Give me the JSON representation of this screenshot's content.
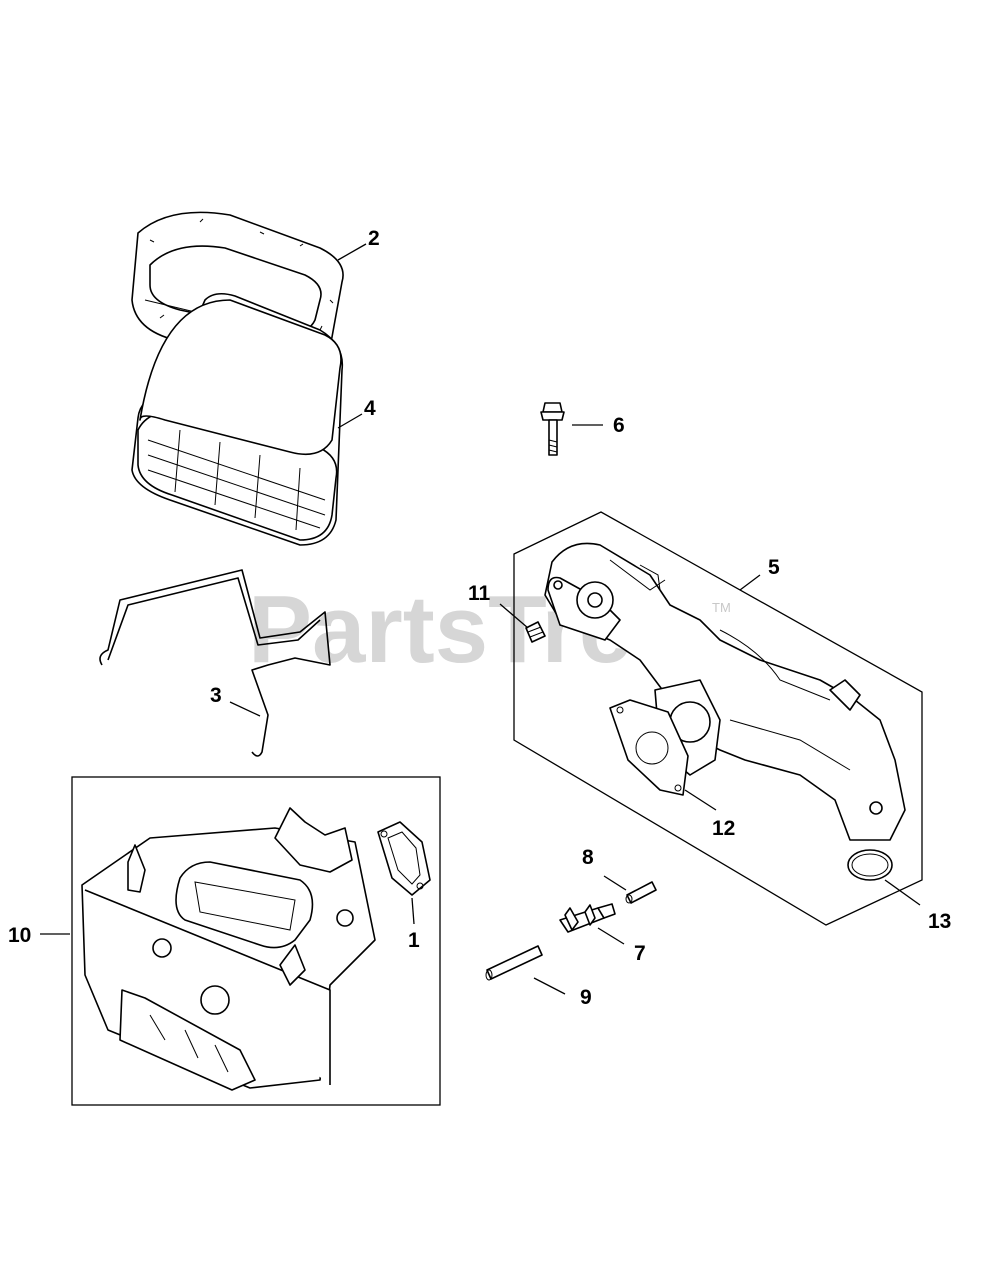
{
  "watermark": {
    "text": "PartsTree",
    "trademark": "TM"
  },
  "callouts": [
    {
      "id": "1",
      "label": "1"
    },
    {
      "id": "2",
      "label": "2"
    },
    {
      "id": "3",
      "label": "3"
    },
    {
      "id": "4",
      "label": "4"
    },
    {
      "id": "5",
      "label": "5"
    },
    {
      "id": "6",
      "label": "6"
    },
    {
      "id": "7",
      "label": "7"
    },
    {
      "id": "8",
      "label": "8"
    },
    {
      "id": "9",
      "label": "9"
    },
    {
      "id": "10",
      "label": "10"
    },
    {
      "id": "11",
      "label": "11"
    },
    {
      "id": "12",
      "label": "12"
    },
    {
      "id": "13",
      "label": "13"
    }
  ]
}
